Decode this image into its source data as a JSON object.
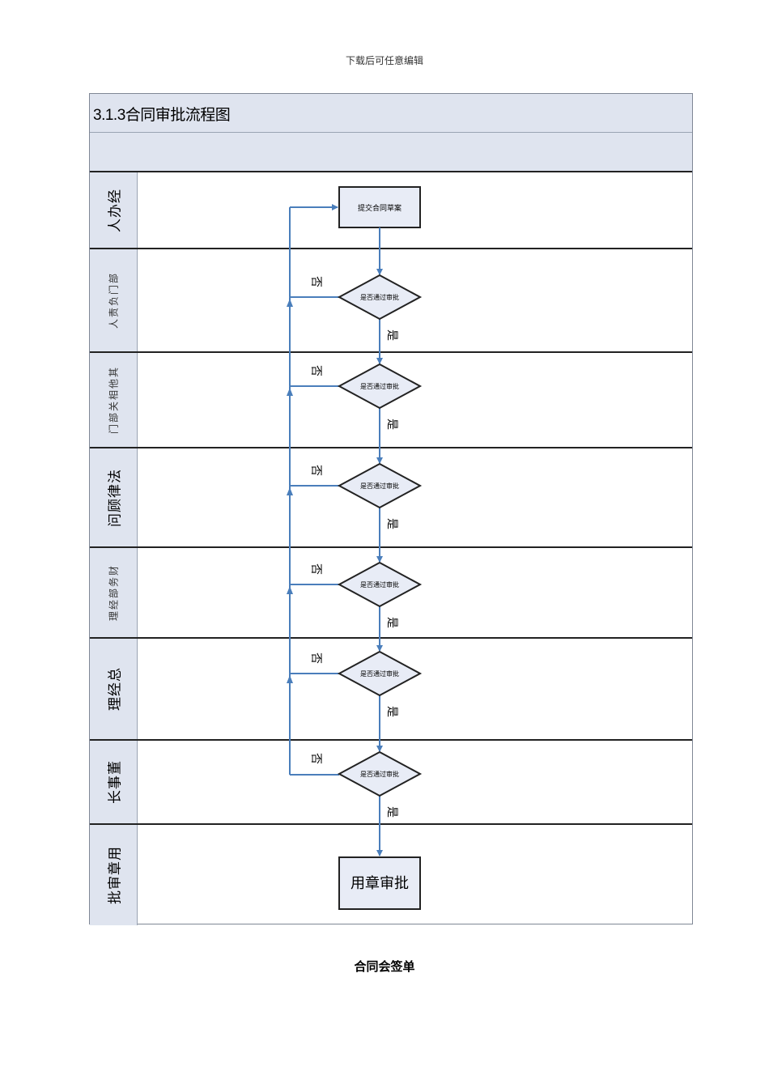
{
  "page": {
    "header_note": "下载后可任意编辑",
    "footer_title": "合同会签单"
  },
  "flowchart": {
    "title": "3.1.3合同审批流程图",
    "lanes": [
      {
        "label": "人办经"
      },
      {
        "label": "人责负门部"
      },
      {
        "label": "门部关相他其"
      },
      {
        "label": "问顾律法"
      },
      {
        "label": "理经部务财"
      },
      {
        "label": "理经总"
      },
      {
        "label": "长事董"
      },
      {
        "label": "批审章用"
      }
    ],
    "start_node": "提交合同草案",
    "decision_text": "是否通过审批",
    "yes_label": "是",
    "no_label": "否",
    "end_node": "用章审批"
  },
  "colors": {
    "arrow": "#4a7ebb",
    "lane_header": "#dfe4ef",
    "decision_fill": "#e8ecf6"
  }
}
